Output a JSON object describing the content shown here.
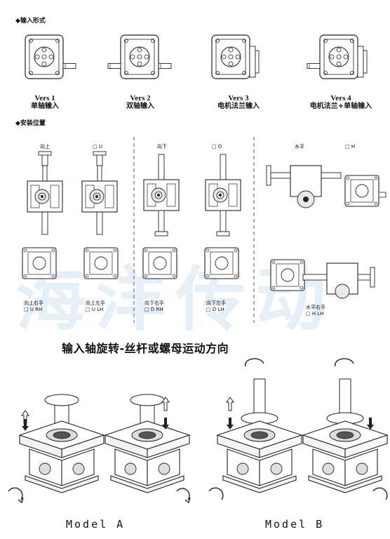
{
  "sections": {
    "input_forms": "◆输入形式",
    "mounting": "◆安装位置"
  },
  "versions": [
    {
      "name": "Vers  1",
      "desc": "单轴输入"
    },
    {
      "name": "Vers  2",
      "desc": "双轴输入"
    },
    {
      "name": "Vers  3",
      "desc": "电机法兰输入"
    },
    {
      "name": "Vers  4",
      "desc": "电机法兰+单轴输入"
    }
  ],
  "positions": {
    "up": "向上",
    "u": "□ U",
    "down": "向下",
    "d": "□ D",
    "horizontal": "水平",
    "h": "□ H"
  },
  "subpositions": [
    {
      "l1": "向上右手",
      "l2": "□ U RH"
    },
    {
      "l1": "向上左手",
      "l2": "□ U LH"
    },
    {
      "l1": "向下右手",
      "l2": "□ D RH"
    },
    {
      "l1": "向下左手",
      "l2": "□ D LH"
    },
    {
      "l1": "水平右手",
      "l2": "□ H LH"
    }
  ],
  "rotation_title": "输入轴旋转-丝杆或螺母运动方向",
  "models": {
    "a": "Model  A",
    "b": "Model  B"
  },
  "watermark": "海洋传动"
}
